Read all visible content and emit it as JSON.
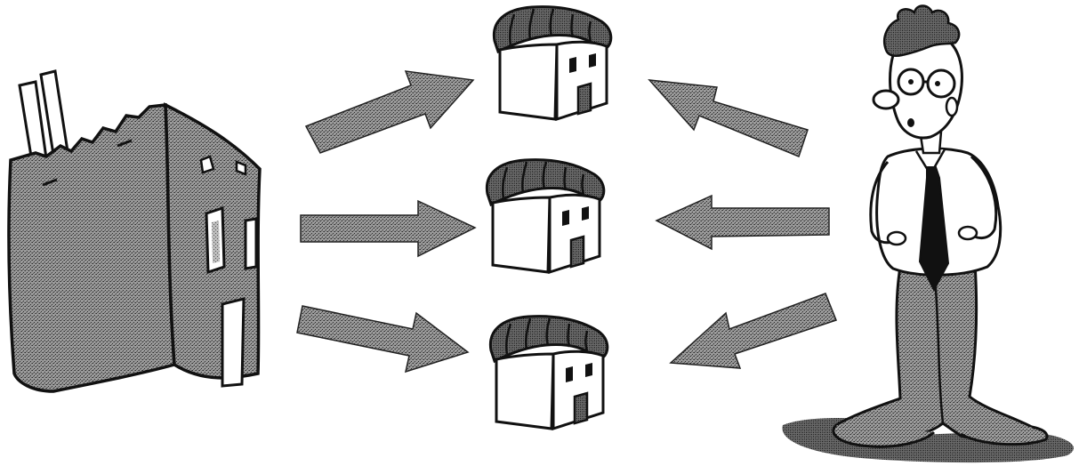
{
  "diagram": {
    "nodes": [
      {
        "id": "factory",
        "kind": "factory-building"
      },
      {
        "id": "house-top",
        "kind": "house"
      },
      {
        "id": "house-middle",
        "kind": "house"
      },
      {
        "id": "house-bottom",
        "kind": "house"
      },
      {
        "id": "person",
        "kind": "man-with-glasses-and-tie"
      }
    ],
    "edges": [
      {
        "from": "factory",
        "to": "house-top"
      },
      {
        "from": "factory",
        "to": "house-middle"
      },
      {
        "from": "factory",
        "to": "house-bottom"
      },
      {
        "from": "person",
        "to": "house-top"
      },
      {
        "from": "person",
        "to": "house-middle"
      },
      {
        "from": "person",
        "to": "house-bottom"
      }
    ]
  },
  "colors": {
    "fill_gray": "#8a8a8a",
    "fill_dark": "#5a5a5a",
    "roof_dark": "#4a4a4a",
    "outline": "#111111",
    "paper": "#ffffff",
    "shadow": "#9a9a9a"
  }
}
